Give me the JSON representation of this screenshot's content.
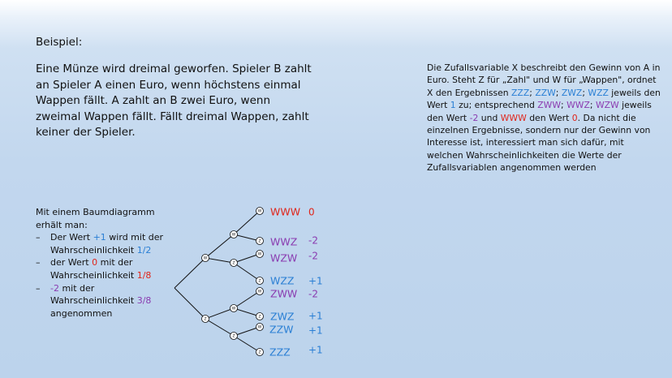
{
  "heading": "Beispiel:",
  "intro": "Eine Münze wird dreimal geworfen. Spieler B zahlt an Spieler A einen Euro, wenn höchstens einmal Wappen fällt. A zahlt an B zwei Euro, wenn zweimal Wappen fällt. Fällt dreimal Wappen, zahlt keiner der Spieler.",
  "explanation": {
    "p1": "Die Zufallsvariable X beschreibt den Gewinn von A in Euro. Steht Z für „Zahl\" und W für „Wappen\", ordnet X den Ergebnissen ",
    "zzz": "ZZZ",
    "sep1": "; ",
    "zzw": "ZZW",
    "sep2": "; ",
    "zwz": "ZWZ",
    "sep3": "; ",
    "wzz": "WZZ",
    "p2": " jeweils den Wert ",
    "v1": "1",
    "p3": " zu; entsprechend ",
    "zww": "ZWW",
    "sep4": "; ",
    "wwz": "WWZ",
    "sep5": "; ",
    "wzw": "WZW",
    "p4": " jeweils den Wert ",
    "v2": "-2",
    "p5": " und ",
    "www": "WWW",
    "p6": " den Wert ",
    "v0": "0",
    "p7": ". Da nicht die einzelnen Ergebnisse, sondern nur der Gewinn von Interesse ist, interessiert man sich dafür, mit welchen Wahrscheinlichkeiten die Werte der Zufallsvariablen angenommen werden"
  },
  "summary": {
    "intro": "Mit einem Baumdiagramm erhält man:",
    "item1": {
      "a": "Der Wert ",
      "val": "+1",
      "b": " wird mit der Wahrscheinlichkeit ",
      "prob": "1/2"
    },
    "item2": {
      "a": "der Wert ",
      "val": "0",
      "b": " mit der Wahrscheinlichkeit ",
      "prob": "1/8"
    },
    "item3": {
      "val": "-2",
      "b": " mit der Wahrscheinlichkeit ",
      "prob": "3/8",
      "c": " angenommen"
    }
  },
  "tree": {
    "node_labels": {
      "level1": [
        "W",
        "Z"
      ],
      "level2": [
        "W",
        "Z",
        "W",
        "Z"
      ],
      "level3": [
        "W",
        "Z",
        "W",
        "Z",
        "W",
        "Z",
        "W",
        "Z"
      ]
    },
    "outcomes": [
      {
        "label": "WWW",
        "value": "0",
        "color": "#e0251b"
      },
      {
        "label": "WWZ",
        "value": "-2",
        "color": "#8a3bb0"
      },
      {
        "label": "WZW",
        "value": "-2",
        "color": "#8a3bb0"
      },
      {
        "label": "WZZ",
        "value": "+1",
        "color": "#2a7fd4"
      },
      {
        "label": "ZWW",
        "value": "-2",
        "color": "#8a3bb0"
      },
      {
        "label": "ZWZ",
        "value": "+1",
        "color": "#2a7fd4"
      },
      {
        "label": "ZZW",
        "value": "+1",
        "color": "#2a7fd4"
      },
      {
        "label": "ZZZ",
        "value": "+1",
        "color": "#2a7fd4"
      }
    ]
  },
  "colors": {
    "blue": "#2a7fd4",
    "red": "#e0251b",
    "purple": "#8a3bb0",
    "line": "#111111"
  }
}
